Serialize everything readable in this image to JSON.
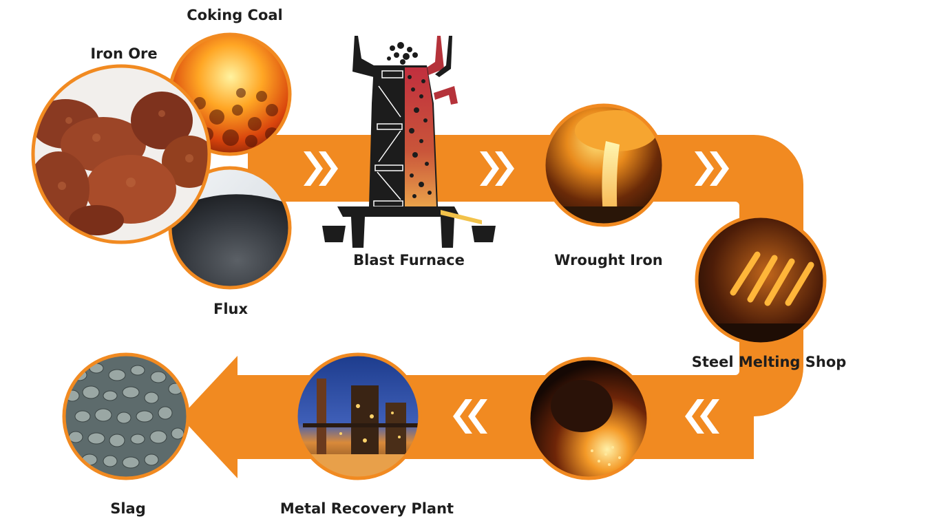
{
  "diagram": {
    "labels": {
      "iron_ore": "Iron Ore",
      "coking_coal": "Coking Coal",
      "flux": "Flux",
      "blast_furnace": "Blast Furnace",
      "wrought_iron": "Wrought Iron",
      "steel_melting_shop": "Steel Melting Shop",
      "metal_recovery_plant": "Metal Recovery Plant",
      "slag": "Slag"
    },
    "colors": {
      "flow_arrow": "#F18A21",
      "circle_border": "#F18A21",
      "chevron": "#ffffff",
      "label_text": "#1e1e1e",
      "furnace_body": "#1c1c1c",
      "furnace_hot": "#b5323a"
    },
    "images": {
      "iron_ore": "red-ore-rocks-photo",
      "coking_coal": "glowing-coal-photo",
      "flux": "dark-powder-photo",
      "wrought_iron": "pouring-ladle-photo",
      "steel_melting_shop": "glowing-steel-bars-photo",
      "pouring_ladle": "tilting-converter-photo",
      "metal_recovery_plant": "industrial-plant-night-photo",
      "slag": "grey-gravel-photo"
    }
  }
}
